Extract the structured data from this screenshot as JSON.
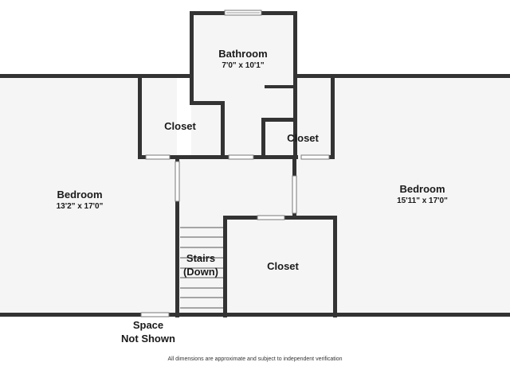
{
  "rooms": {
    "bathroom": {
      "name": "Bathroom",
      "dimensions": "7'0\" x 10'1\""
    },
    "closet_left": {
      "name": "Closet"
    },
    "closet_right": {
      "name": "Closet"
    },
    "closet_bottom": {
      "name": "Closet"
    },
    "bedroom_left": {
      "name": "Bedroom",
      "dimensions": "13'2\" x 17'0\""
    },
    "bedroom_right": {
      "name": "Bedroom",
      "dimensions": "15'11\" x 17'0\""
    },
    "stairs": {
      "name": "Stairs\n(Down)"
    },
    "space_not_shown": {
      "name": "Space\nNot Shown"
    }
  },
  "disclaimer": "All dimensions are approximate and subject to independent verification",
  "colors": {
    "wall": "#333333",
    "floor": "#f5f5f5",
    "background": "#ffffff"
  }
}
